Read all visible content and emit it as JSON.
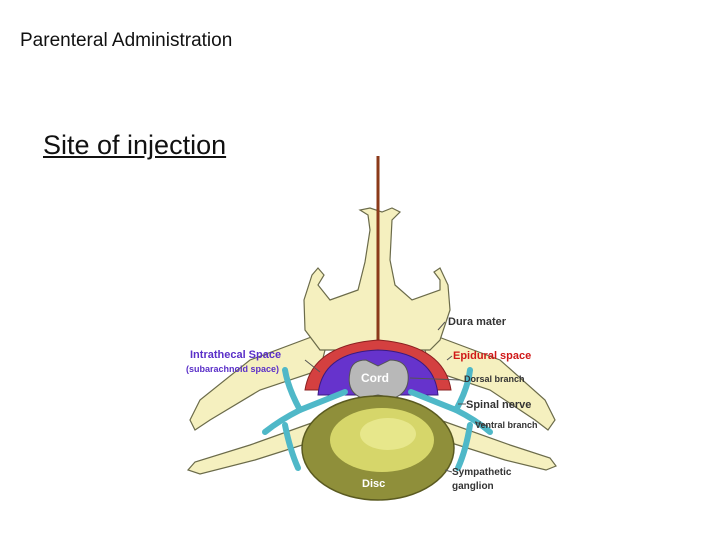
{
  "slide": {
    "title": "Parenteral Administration",
    "subtitle": "Site of injection"
  },
  "diagram": {
    "labels": {
      "intrathecal": "Intrathecal Space",
      "subarachnoid": "(subarachnoid space)",
      "cord": "Cord",
      "disc": "Disc",
      "dura": "Dura mater",
      "epidural": "Epidural space",
      "dorsal_branch": "Dorsal branch",
      "spinal_nerve": "Spinal nerve",
      "ventral_branch": "Ventral branch",
      "sympathetic_1": "Sympathetic",
      "sympathetic_2": "ganglion"
    },
    "colors": {
      "intrathecal_label": "#5a2fc8",
      "epidural_label": "#d01818",
      "other_labels": "#333333",
      "bone": "#f5f0bf",
      "bone_outline": "#6b6b4a",
      "disc": "#8f8f3a",
      "disc_center": "#d6d66a",
      "nerve": "#4fb8c8",
      "intrathecal_space": "#6633cc",
      "epidural_space": "#d44040",
      "cord": "#b8b8b8",
      "needle": "#8b3a1a"
    }
  }
}
